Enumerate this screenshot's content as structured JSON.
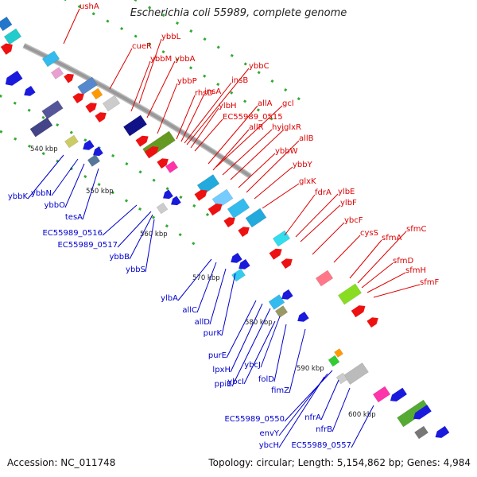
{
  "title": "Escherichia coli 55989, complete genome",
  "footer": {
    "accession": "Accession: NC_011748",
    "summary": "Topology: circular; Length: 5,154,862 bp; Genes: 4,984"
  },
  "colors": {
    "backbone": "#999999",
    "forward_label": "#dd0000",
    "reverse_label": "#0000cc",
    "tick_dots": "#33aa33",
    "kbp_text": "#222222"
  },
  "kbp_ticks": [
    {
      "label": "540 kbp"
    },
    {
      "label": "550 kbp"
    },
    {
      "label": "560 kbp"
    },
    {
      "label": "570 kbp"
    },
    {
      "label": "580 kbp"
    },
    {
      "label": "590 kbp"
    },
    {
      "label": "600 kbp"
    }
  ],
  "forward_labels": [
    "ushA",
    "cueR",
    "ybbL",
    "ybbM",
    "ybbA",
    "ybbP",
    "rhsD",
    "insA",
    "insB",
    "ybbC",
    "ylbH",
    "EC55989_0515",
    "allA",
    "gcl",
    "allR",
    "hyi",
    "glxR",
    "ybbW",
    "allB",
    "ybbY",
    "glxK",
    "fdrA",
    "ylbE",
    "ylbF",
    "ybcF",
    "cysS",
    "sfmA",
    "sfmC",
    "sfmD",
    "sfmH",
    "sfmF"
  ],
  "reverse_labels": [
    "ybbK",
    "ybbN",
    "ybbO",
    "tesA",
    "EC55989_0516",
    "EC55989_0517",
    "ybbB",
    "ybbS",
    "ylbA",
    "allC",
    "allD",
    "purK",
    "purE",
    "lpxH",
    "ppiB",
    "ybcJ",
    "ybcI",
    "folD",
    "fimZ",
    "EC55989_0550",
    "envY",
    "ybcH",
    "nfrA",
    "nfrB",
    "EC55989_0557"
  ]
}
